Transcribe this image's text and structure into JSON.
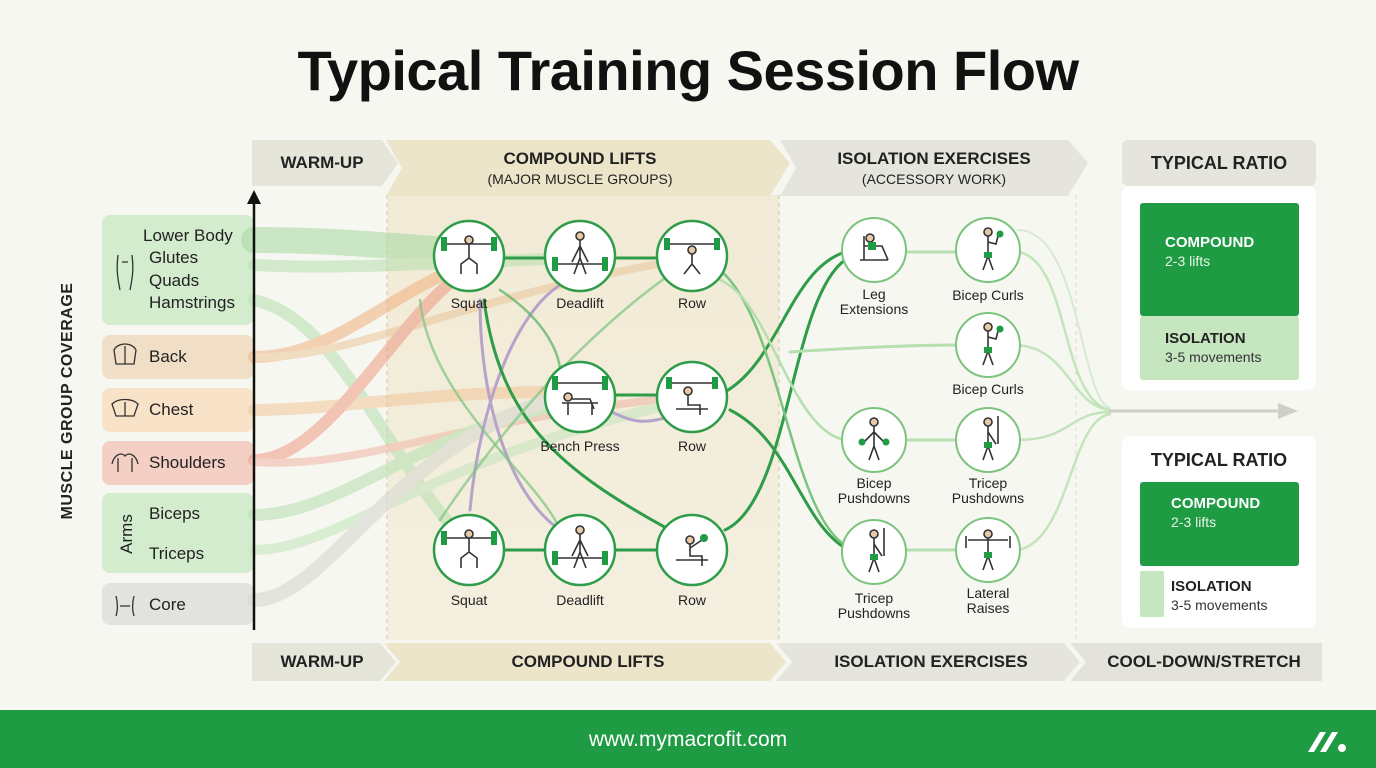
{
  "title": "Typical Training Session Flow",
  "axis_label": "MUSCLE GROUP COVERAGE",
  "phases_top": [
    {
      "label": "WARM-UP",
      "sub": ""
    },
    {
      "label": "COMPOUND LIFTS",
      "sub": "(MAJOR MUSCLE GROUPS)"
    },
    {
      "label": "ISOLATION EXERCISES",
      "sub": "(ACCESSORY WORK)"
    }
  ],
  "phases_bottom": [
    "WARM-UP",
    "COMPOUND LIFTS",
    "ISOLATION EXERCISES",
    "COOL-DOWN/STRETCH"
  ],
  "muscle_groups": {
    "lower_body": {
      "title": "Lower Body",
      "items": [
        "Glutes",
        "Quads",
        "Hamstrings"
      ]
    },
    "back": "Back",
    "chest": "Chest",
    "shoulders": "Shoulders",
    "arms": {
      "title": "Arms",
      "items": [
        "Biceps",
        "Triceps"
      ]
    },
    "core": "Core"
  },
  "compound_nodes": [
    "Squat",
    "Deadlift",
    "Row",
    "Bench Press",
    "Row",
    "Squat",
    "Deadlift",
    "Row"
  ],
  "isolation_nodes": [
    "Leg Extensions",
    "Bicep Curls",
    "Bicep Curls",
    "Bicep Pushdowns",
    "Tricep Pushdowns",
    "Tricep Pushdowns",
    "Lateral Raises"
  ],
  "ratio_cards": [
    {
      "title": "TYPICAL RATIO",
      "compound": "COMPOUND",
      "compound_sub": "2-3 lifts",
      "isolation": "ISOLATION",
      "isolation_sub": "3-5 movements"
    },
    {
      "title": "TYPICAL RATIO",
      "compound": "COMPOUND",
      "compound_sub": "2-3 lifts",
      "isolation": "ISOLATION",
      "isolation_sub": "3-5 movements"
    }
  ],
  "footer_url": "www.mymacrofit.com",
  "colors": {
    "green": "#1e9b43",
    "light_green": "#c5e6bf",
    "back_tan": "#f0dfc6",
    "chest_peach": "#f8e3c8",
    "shoulders_salmon": "#f4cfc3",
    "core_gray": "#e2e2de",
    "phase_bg": "#ecebdf"
  }
}
